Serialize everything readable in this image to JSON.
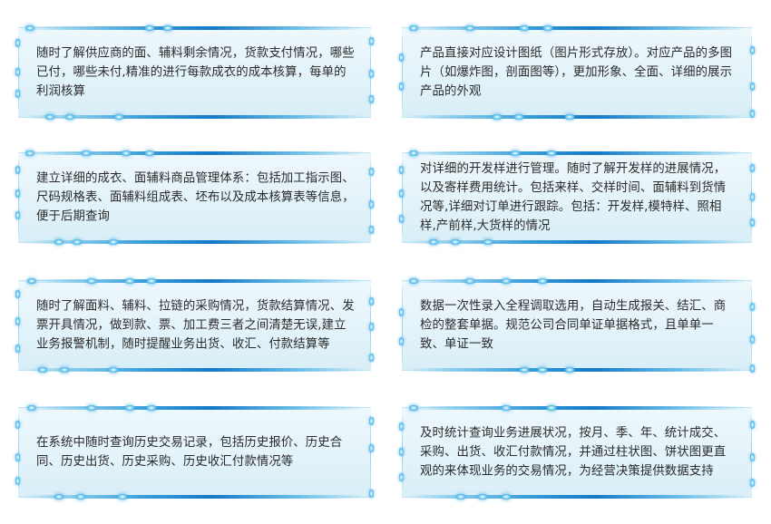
{
  "cards": [
    {
      "text": "随时了解供应商的面、辅料剩余情况，货款支付情况，哪些已付，哪些未付,精准的进行每款成衣的成本核算，每单的利润核算"
    },
    {
      "text": "产品直接对应设计图纸（图片形式存放）。对应产品的多图片（如爆炸图，剖面图等），更加形象、全面、详细的展示产品的外观"
    },
    {
      "text": "建立详细的成衣、面辅料商品管理体系：包括加工指示图、尺码规格表、面辅料组成表、坯布以及成本核算表等信息，便于后期查询"
    },
    {
      "text": "对详细的开发样进行管理。随时了解开发样的进展情况，以及寄样费用统计。包括来样、交样时间、面辅料到货情况等,详细对订单进行跟踪。包括：开发样,模特样、照相样,产前样,大货样的情况"
    },
    {
      "text": "随时了解面料、辅料、拉链的采购情况，货款结算情况、发票开具情况，做到款、票、加工费三者之间清楚无误,建立业务报警机制，随时提醒业务出货、收汇、付款结算等"
    },
    {
      "text": "数据一次性录入全程调取选用，自动生成报关、结汇、商检的整套单据。规范公司合同单证单据格式，且单单一致、单证一致"
    },
    {
      "text": "在系统中随时查询历史交易记录，包括历史报价、历史合同、历史出货、历史采购、历史收汇付款情况等"
    },
    {
      "text": "及时统计查询业务进展状况，按月、季、年、统计成交、采购、出货、收汇付款情况，并通过柱状图、饼状图更直观的来体现业务的交易情况，为经营决策提供数据支持"
    }
  ]
}
